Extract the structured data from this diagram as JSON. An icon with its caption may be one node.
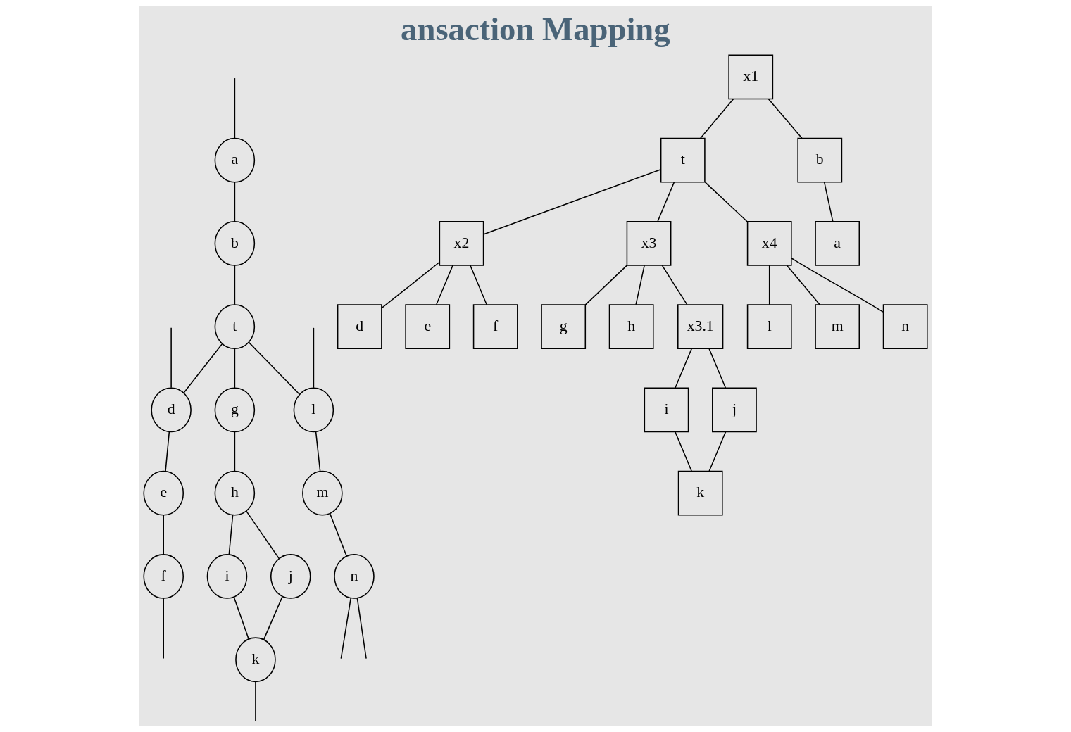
{
  "diagram": {
    "title": "ansaction Mapping",
    "nodes": [
      {
        "text": [
          "a"
        ]
      },
      {
        "text": [
          "b"
        ]
      },
      {
        "text": [
          "t"
        ]
      },
      {
        "text": [
          "d"
        ]
      },
      {
        "text": [
          "e"
        ]
      },
      {
        "text": [
          "f"
        ]
      },
      {
        "text": [
          "g"
        ]
      },
      {
        "text": [
          "h"
        ]
      },
      {
        "text": [
          "i"
        ]
      },
      {
        "text": [
          "j"
        ]
      },
      {
        "text": [
          "k"
        ]
      },
      {
        "text": [
          "l"
        ]
      },
      {
        "text": [
          "m"
        ]
      },
      {
        "text": [
          "n"
        ]
      },
      {
        "text": [
          "x1"
        ]
      },
      {
        "text": [
          "t"
        ]
      },
      {
        "text": [
          "b"
        ]
      },
      {
        "text": [
          "a"
        ]
      },
      {
        "text": [
          "x2"
        ]
      },
      {
        "text": [
          "d"
        ]
      },
      {
        "text": [
          "e"
        ]
      },
      {
        "text": [
          "f"
        ]
      },
      {
        "text": [
          "x3"
        ]
      },
      {
        "text": [
          "g"
        ]
      },
      {
        "text": [
          "h"
        ]
      },
      {
        "text": [
          "x3.1"
        ]
      },
      {
        "text": [
          "i"
        ]
      },
      {
        "text": [
          "j"
        ]
      },
      {
        "text": [
          "k"
        ]
      },
      {
        "text": [
          "x4"
        ]
      },
      {
        "text": [
          "l"
        ]
      },
      {
        "text": [
          "m"
        ]
      },
      {
        "text": [
          "n"
        ]
      }
    ],
    "edges": [
      {
        "from": null,
        "to": 0,
        "arrow": "none"
      },
      {
        "from": 0,
        "to": 1,
        "arrow": "none"
      },
      {
        "from": 1,
        "to": 2,
        "arrow": "none"
      },
      {
        "from": 2,
        "to": 3,
        "arrow": "none"
      },
      {
        "from": null,
        "to": 3,
        "arrow": "none"
      },
      {
        "from": 3,
        "to": 4,
        "arrow": "none"
      },
      {
        "from": 4,
        "to": 5,
        "arrow": "none"
      },
      {
        "from": 5,
        "to": null,
        "arrow": "none"
      },
      {
        "from": 2,
        "to": 6,
        "arrow": "none"
      },
      {
        "from": 6,
        "to": 7,
        "arrow": "none"
      },
      {
        "from": 7,
        "to": 8,
        "arrow": "none"
      },
      {
        "from": 7,
        "to": 9,
        "arrow": "none"
      },
      {
        "from": 8,
        "to": 10,
        "arrow": "none"
      },
      {
        "from": 9,
        "to": 10,
        "arrow": "none"
      },
      {
        "from": 10,
        "to": null,
        "arrow": "none"
      },
      {
        "from": 2,
        "to": 11,
        "arrow": "none"
      },
      {
        "from": null,
        "to": 11,
        "arrow": "none"
      },
      {
        "from": 11,
        "to": 12,
        "arrow": "none"
      },
      {
        "from": 12,
        "to": 13,
        "arrow": "none"
      },
      {
        "from": 13,
        "to": null,
        "arrow": "none"
      },
      {
        "from": 13,
        "to": null,
        "arrow": "none"
      },
      {
        "from": 14,
        "to": 16,
        "arrow": "none"
      },
      {
        "from": 14,
        "to": 15,
        "arrow": "none"
      },
      {
        "from": 16,
        "to": 17,
        "arrow": "none"
      },
      {
        "from": 15,
        "to": 18,
        "arrow": "none"
      },
      {
        "from": 15,
        "to": 22,
        "arrow": "none"
      },
      {
        "from": 15,
        "to": 29,
        "arrow": "none"
      },
      {
        "from": 18,
        "to": 19,
        "arrow": "none"
      },
      {
        "from": 18,
        "to": 20,
        "arrow": "none"
      },
      {
        "from": 18,
        "to": 21,
        "arrow": "none"
      },
      {
        "from": 22,
        "to": 23,
        "arrow": "none"
      },
      {
        "from": 22,
        "to": 24,
        "arrow": "none"
      },
      {
        "from": 22,
        "to": 25,
        "arrow": "none"
      },
      {
        "from": 25,
        "to": 26,
        "arrow": "none"
      },
      {
        "from": 25,
        "to": 27,
        "arrow": "none"
      },
      {
        "from": 26,
        "to": 28,
        "arrow": "none"
      },
      {
        "from": 27,
        "to": 28,
        "arrow": "none"
      },
      {
        "from": 29,
        "to": 30,
        "arrow": "none"
      },
      {
        "from": 29,
        "to": 31,
        "arrow": "none"
      },
      {
        "from": 29,
        "to": 32,
        "arrow": "none"
      }
    ]
  }
}
